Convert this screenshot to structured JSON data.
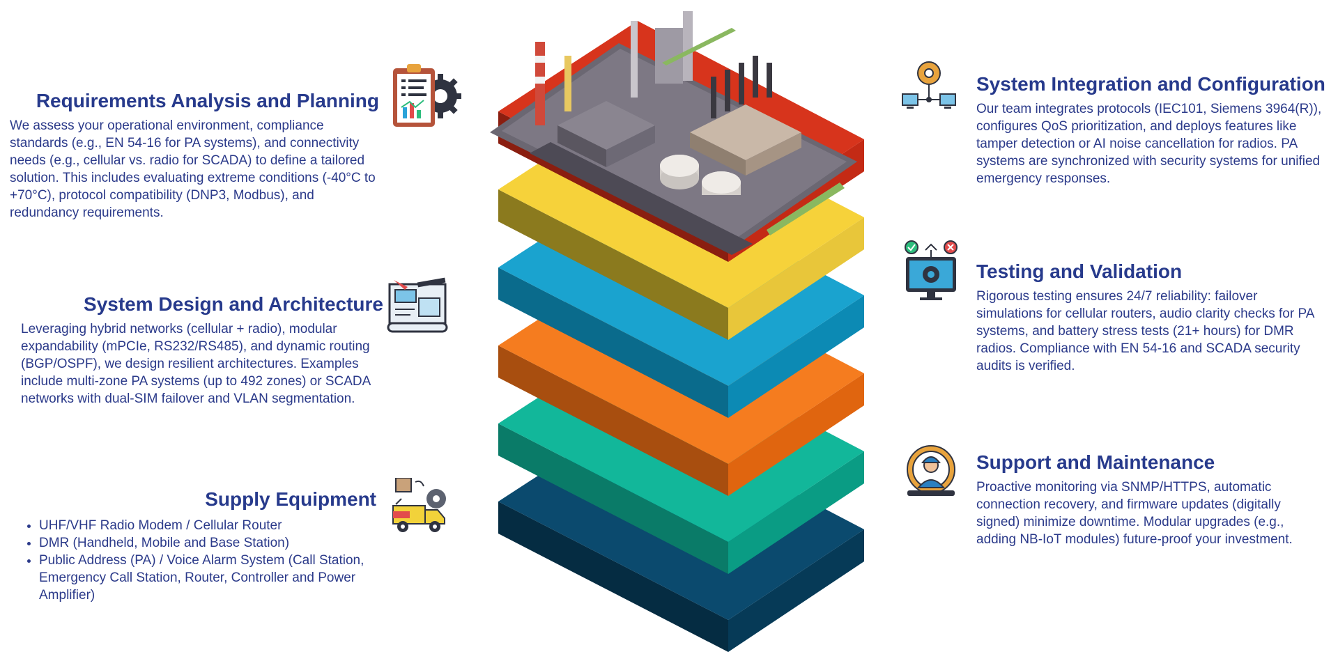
{
  "sections": {
    "requirements": {
      "title": "Requirements Analysis and Planning",
      "body": "We assess your operational environment, compliance standards (e.g., EN 54-16 for PA systems), and connectivity needs (e.g., cellular vs. radio for SCADA) to define a tailored solution. This includes evaluating extreme conditions (-40°C to +70°C), protocol compatibility (DNP3, Modbus), and redundancy requirements.",
      "icon": "clipboard-gear-icon"
    },
    "design": {
      "title": "System Design and Architecture",
      "body": "Leveraging hybrid networks (cellular + radio), modular expandability (mPCIe, RS232/RS485), and dynamic routing (BGP/OSPF), we design resilient architectures. Examples include multi-zone PA systems (up to 492 zones) or SCADA networks with dual-SIM failover and VLAN segmentation.",
      "icon": "blueprint-icon"
    },
    "supply": {
      "title": "Supply Equipment",
      "items": [
        "UHF/VHF Radio Modem / Cellular Router",
        "DMR (Handheld, Mobile and Base Station)",
        "Public Address (PA) / Voice Alarm System (Call Station, Emergency Call Station, Router, Controller and Power Amplifier)"
      ],
      "icon": "delivery-truck-icon"
    },
    "integration": {
      "title": "System Integration and Configuration",
      "body": "Our team integrates protocols (IEC101, Siemens 3964(R)), configures QoS prioritization, and deploys features like tamper detection or AI noise cancellation for radios. PA systems are synchronized with security systems for unified emergency responses.",
      "icon": "network-gear-icon"
    },
    "testing": {
      "title": "Testing and Validation",
      "body": "Rigorous testing ensures 24/7 reliability: failover simulations for cellular routers, audio clarity checks for PA systems, and battery stress tests (21+ hours) for DMR radios. Compliance with EN 54-16 and SCADA security audits is verified.",
      "icon": "monitor-gear-icon"
    },
    "support": {
      "title": "Support and Maintenance",
      "body": "Proactive monitoring via SNMP/HTTPS, automatic connection recovery, and firmware updates (digitally signed) minimize downtime. Modular upgrades (e.g., adding NB-IoT modules) future-proof your investment.",
      "icon": "engineer-gear-icon"
    }
  },
  "stack_layers": [
    {
      "name": "navy-layer",
      "top": "#0b4a6e",
      "left": "#052c42",
      "right": "#063a57"
    },
    {
      "name": "teal-layer",
      "top": "#12b79a",
      "left": "#0a7b68",
      "right": "#0a9c84"
    },
    {
      "name": "orange-layer",
      "top": "#f57c1f",
      "left": "#a84e0f",
      "right": "#e0650f"
    },
    {
      "name": "blue-layer",
      "top": "#1aa3cf",
      "left": "#0a6b8c",
      "right": "#0c8ab4"
    },
    {
      "name": "yellow-layer",
      "top": "#f6d23a",
      "left": "#8b7a1e",
      "right": "#e8c63a"
    },
    {
      "name": "red-layer",
      "top": "#d7341c",
      "left": "#8a1e10",
      "right": "#c42a15"
    }
  ],
  "colors": {
    "heading": "#273a8c",
    "text": "#2b3a8a"
  }
}
